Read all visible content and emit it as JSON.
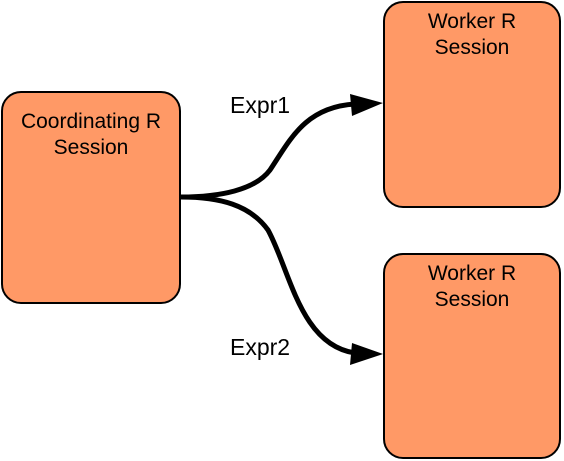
{
  "colors": {
    "box_fill": "#ff9966",
    "stroke": "#000000"
  },
  "nodes": {
    "coordinator": {
      "line1": "Coordinating R",
      "line2": "Session"
    },
    "worker1": {
      "line1": "Worker R",
      "line2": "Session"
    },
    "worker2": {
      "line1": "Worker R",
      "line2": "Session"
    }
  },
  "edges": [
    {
      "label": "Expr1",
      "from": "coordinator",
      "to": "worker1"
    },
    {
      "label": "Expr2",
      "from": "coordinator",
      "to": "worker2"
    }
  ]
}
